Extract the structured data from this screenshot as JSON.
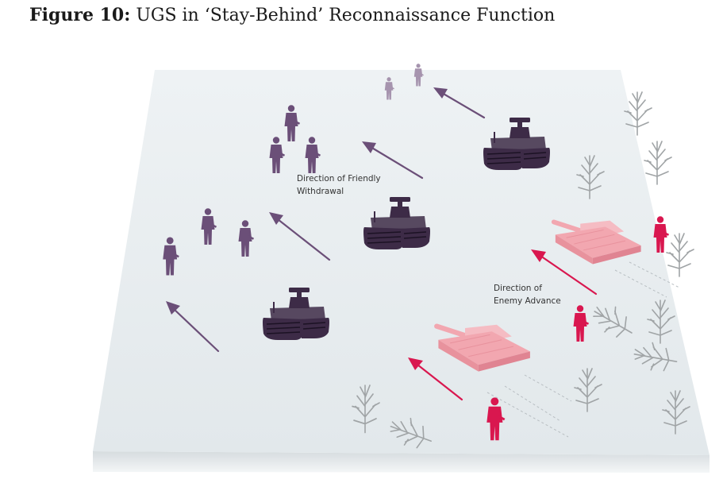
{
  "figure": {
    "label": "Figure 10:",
    "title": "UGS in ‘Stay-Behind’ Reconnaissance Function"
  },
  "labels": {
    "friendly_line1": "Direction of Friendly",
    "friendly_line2": "Withdrawal",
    "enemy_line1": "Direction of",
    "enemy_line2": "Enemy Advance"
  },
  "colors": {
    "friendly": "#6b4f78",
    "friendly_light": "#a694ae",
    "enemy": "#d9174f",
    "enemy_tank": "#f2a7b0",
    "ground": "#e8edf0",
    "tree": "#a0a4a6"
  },
  "icons": [
    "ugs-vehicle-icon",
    "soldier-icon",
    "tank-icon",
    "tree-icon",
    "arrow-icon"
  ]
}
